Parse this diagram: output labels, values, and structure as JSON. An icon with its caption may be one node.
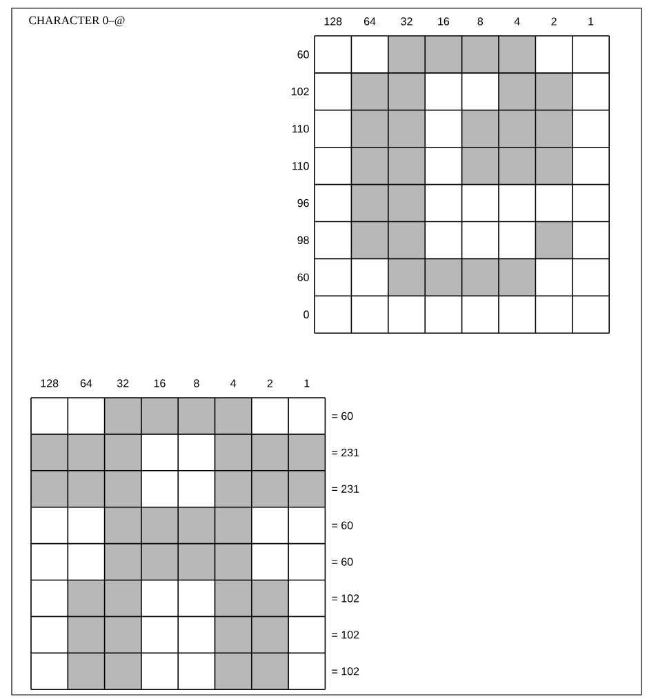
{
  "diagram": {
    "title": "CHARACTER 0–@",
    "labels": [
      "128",
      "64",
      "32",
      "16",
      "8",
      "4",
      "2",
      "1",
      "60",
      "102",
      "110",
      "110",
      "96",
      "98",
      "60",
      "0",
      "128",
      "64",
      "32",
      "16",
      "8",
      "4",
      "2",
      "1",
      "= 60",
      "= 231",
      "= 231",
      "= 60",
      "= 60",
      "= 102",
      "= 102",
      "= 102"
    ]
  }
}
